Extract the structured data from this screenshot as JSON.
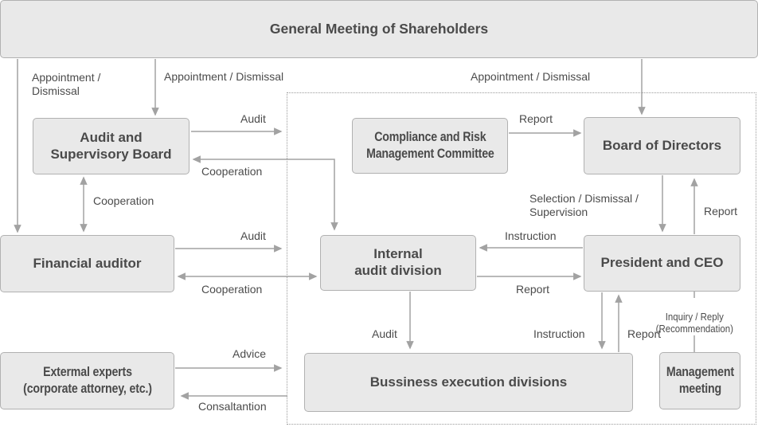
{
  "palette": {
    "node_fill": "#e9e9e9",
    "node_border": "#b1b1b1",
    "arrow": "#a2a2a2",
    "text": "#4a4a4a",
    "dotted_border": "#9b9b9b"
  },
  "nodes": {
    "general_meeting": {
      "label": "General Meeting of Shareholders"
    },
    "audit_supervisory_board": {
      "label": "Audit and\nSupervisory Board"
    },
    "compliance_risk_committee": {
      "label": "Compliance and Risk\nManagement Committee"
    },
    "board_of_directors": {
      "label": "Board of Directors"
    },
    "financial_auditor": {
      "label": "Financial auditor"
    },
    "internal_audit_division": {
      "label": "Internal\naudit division"
    },
    "president_ceo": {
      "label": "President and CEO"
    },
    "external_experts": {
      "label": "Extermal experts\n(corporate attorney, etc.)"
    },
    "business_execution": {
      "label": "Bussiness execution divisions"
    },
    "management_meeting": {
      "label": "Management\nmeeting"
    }
  },
  "edge_labels": {
    "appointment_dismissal_left": "Appointment /\nDismissal",
    "appointment_dismissal_mid": "Appointment / Dismissal",
    "appointment_dismissal_right": "Appointment / Dismissal",
    "audit_asb": "Audit",
    "cooperation_iad_asb": "Cooperation",
    "cooperation_asb_fa": "Cooperation",
    "report_crmc_bod": "Report",
    "selection_dismissal_supervision": "Selection / Dismissal /\nSupervision",
    "report_ceo_bod": "Report",
    "audit_fa": "Audit",
    "instruction_ceo_iad": "Instruction",
    "cooperation_fa_iad": "Cooperation",
    "report_iad_ceo": "Report",
    "inquiry_reply": "Inquiry / Reply\n(Recommendation)",
    "audit_iad_bed": "Audit",
    "instruction_ceo_bed": "Instruction",
    "report_bed_ceo": "Report",
    "advice": "Advice",
    "consultation": "Consaltantion"
  }
}
